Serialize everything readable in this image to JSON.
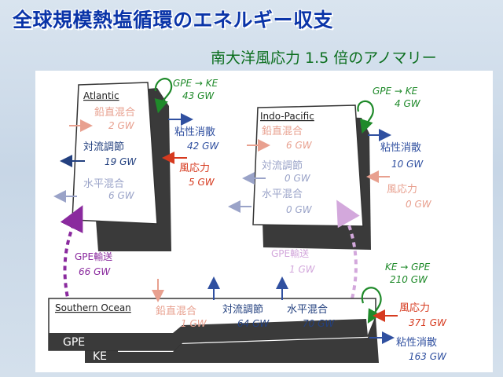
{
  "title": "全球規模熱塩循環のエネルギー収支",
  "subtitle": "南大洋風応力 1.5 倍のアノマリー",
  "colors": {
    "title": "#0a34a8",
    "subtitle": "#0b6e1e",
    "mixing": "#e8a08f",
    "convection": "#23407f",
    "horizontal": "#9aa3c8",
    "wind": "#d63a1f",
    "dissipation": "#3050a0",
    "gpe_transport": "#8a2a9e",
    "conversion": "#1f8a2a"
  },
  "atlantic": {
    "name": "Atlantic",
    "vertical_mixing": {
      "label": "鉛直混合",
      "value": "2 GW"
    },
    "convection": {
      "label": "対流調節",
      "value": "19 GW"
    },
    "horizontal_mixing": {
      "label": "水平混合",
      "value": "6 GW"
    },
    "conversion": {
      "label": "GPE → KE",
      "value": "43 GW"
    },
    "dissipation": {
      "label": "粘性消散",
      "value": "42 GW"
    },
    "wind": {
      "label": "風応力",
      "value": "5 GW"
    },
    "gpe_transport": {
      "label": "GPE輸送",
      "value": "66 GW"
    }
  },
  "indo_pacific": {
    "name": "Indo-Pacific",
    "vertical_mixing": {
      "label": "鉛直混合",
      "value": "6 GW"
    },
    "convection": {
      "label": "対流調節",
      "value": "0 GW"
    },
    "horizontal_mixing": {
      "label": "水平混合",
      "value": "0 GW"
    },
    "conversion": {
      "label": "GPE → KE",
      "value": "4 GW"
    },
    "dissipation": {
      "label": "粘性消散",
      "value": "10 GW"
    },
    "wind": {
      "label": "風応力",
      "value": "0 GW"
    },
    "gpe_transport": {
      "label": "GPE輸送",
      "value": "1 GW"
    }
  },
  "southern_ocean": {
    "name": "Southern Ocean",
    "vertical_mixing": {
      "label": "鉛直混合",
      "value": "1 GW"
    },
    "convection": {
      "label": "対流調節",
      "value": "64 GW"
    },
    "horizontal_mixing": {
      "label": "水平混合",
      "value": "70 GW"
    },
    "conversion": {
      "label": "KE → GPE",
      "value": "210 GW"
    },
    "wind": {
      "label": "風応力",
      "value": "371 GW"
    },
    "dissipation": {
      "label": "粘性消散",
      "value": "163 GW"
    },
    "gpe_label": "GPE",
    "ke_label": "KE"
  }
}
